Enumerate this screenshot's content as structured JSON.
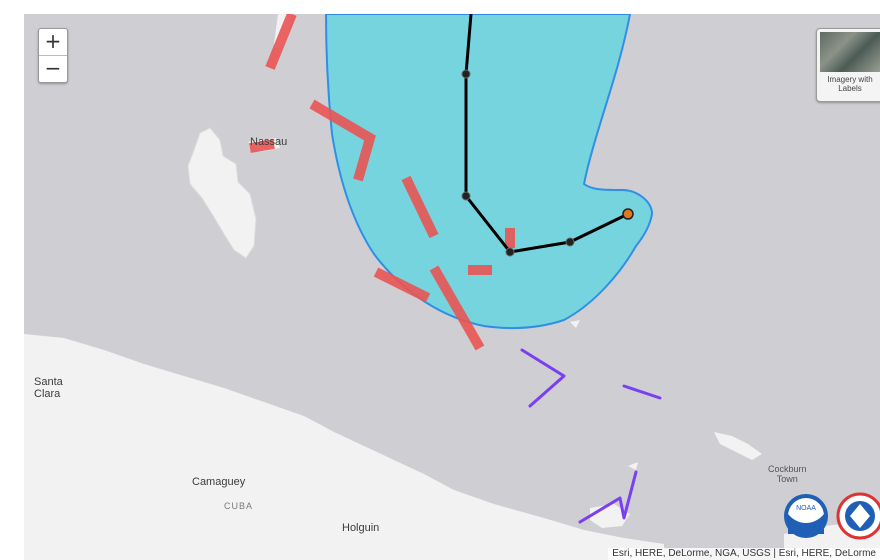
{
  "map": {
    "place_labels": {
      "nassau": "Nassau",
      "santa_clara": "Santa\nClara",
      "camaguey": "Camaguey",
      "cuba": "CUBA",
      "holguin": "Holguin",
      "cockburn_town": "Cockburn\nTown"
    },
    "colors": {
      "background": "#cfcfd3",
      "land": "#f2f2f2",
      "cone_fill": "#76d4df",
      "cone_outline": "#2f8fe6",
      "warning": "#ea5454",
      "watch": "#7b3ff2",
      "track": "#000000",
      "current_position": "#e0781f"
    },
    "track_points": 6
  },
  "controls": {
    "zoom_in": "+",
    "zoom_out": "−",
    "basemap_caption": "Imagery with Labels"
  },
  "logos": {
    "noaa": "NOAA",
    "nws": "NATIONAL WEATHER SERVICE"
  },
  "attribution": "Esri, HERE, DeLorme, NGA, USGS | Esri, HERE, DeLorme"
}
